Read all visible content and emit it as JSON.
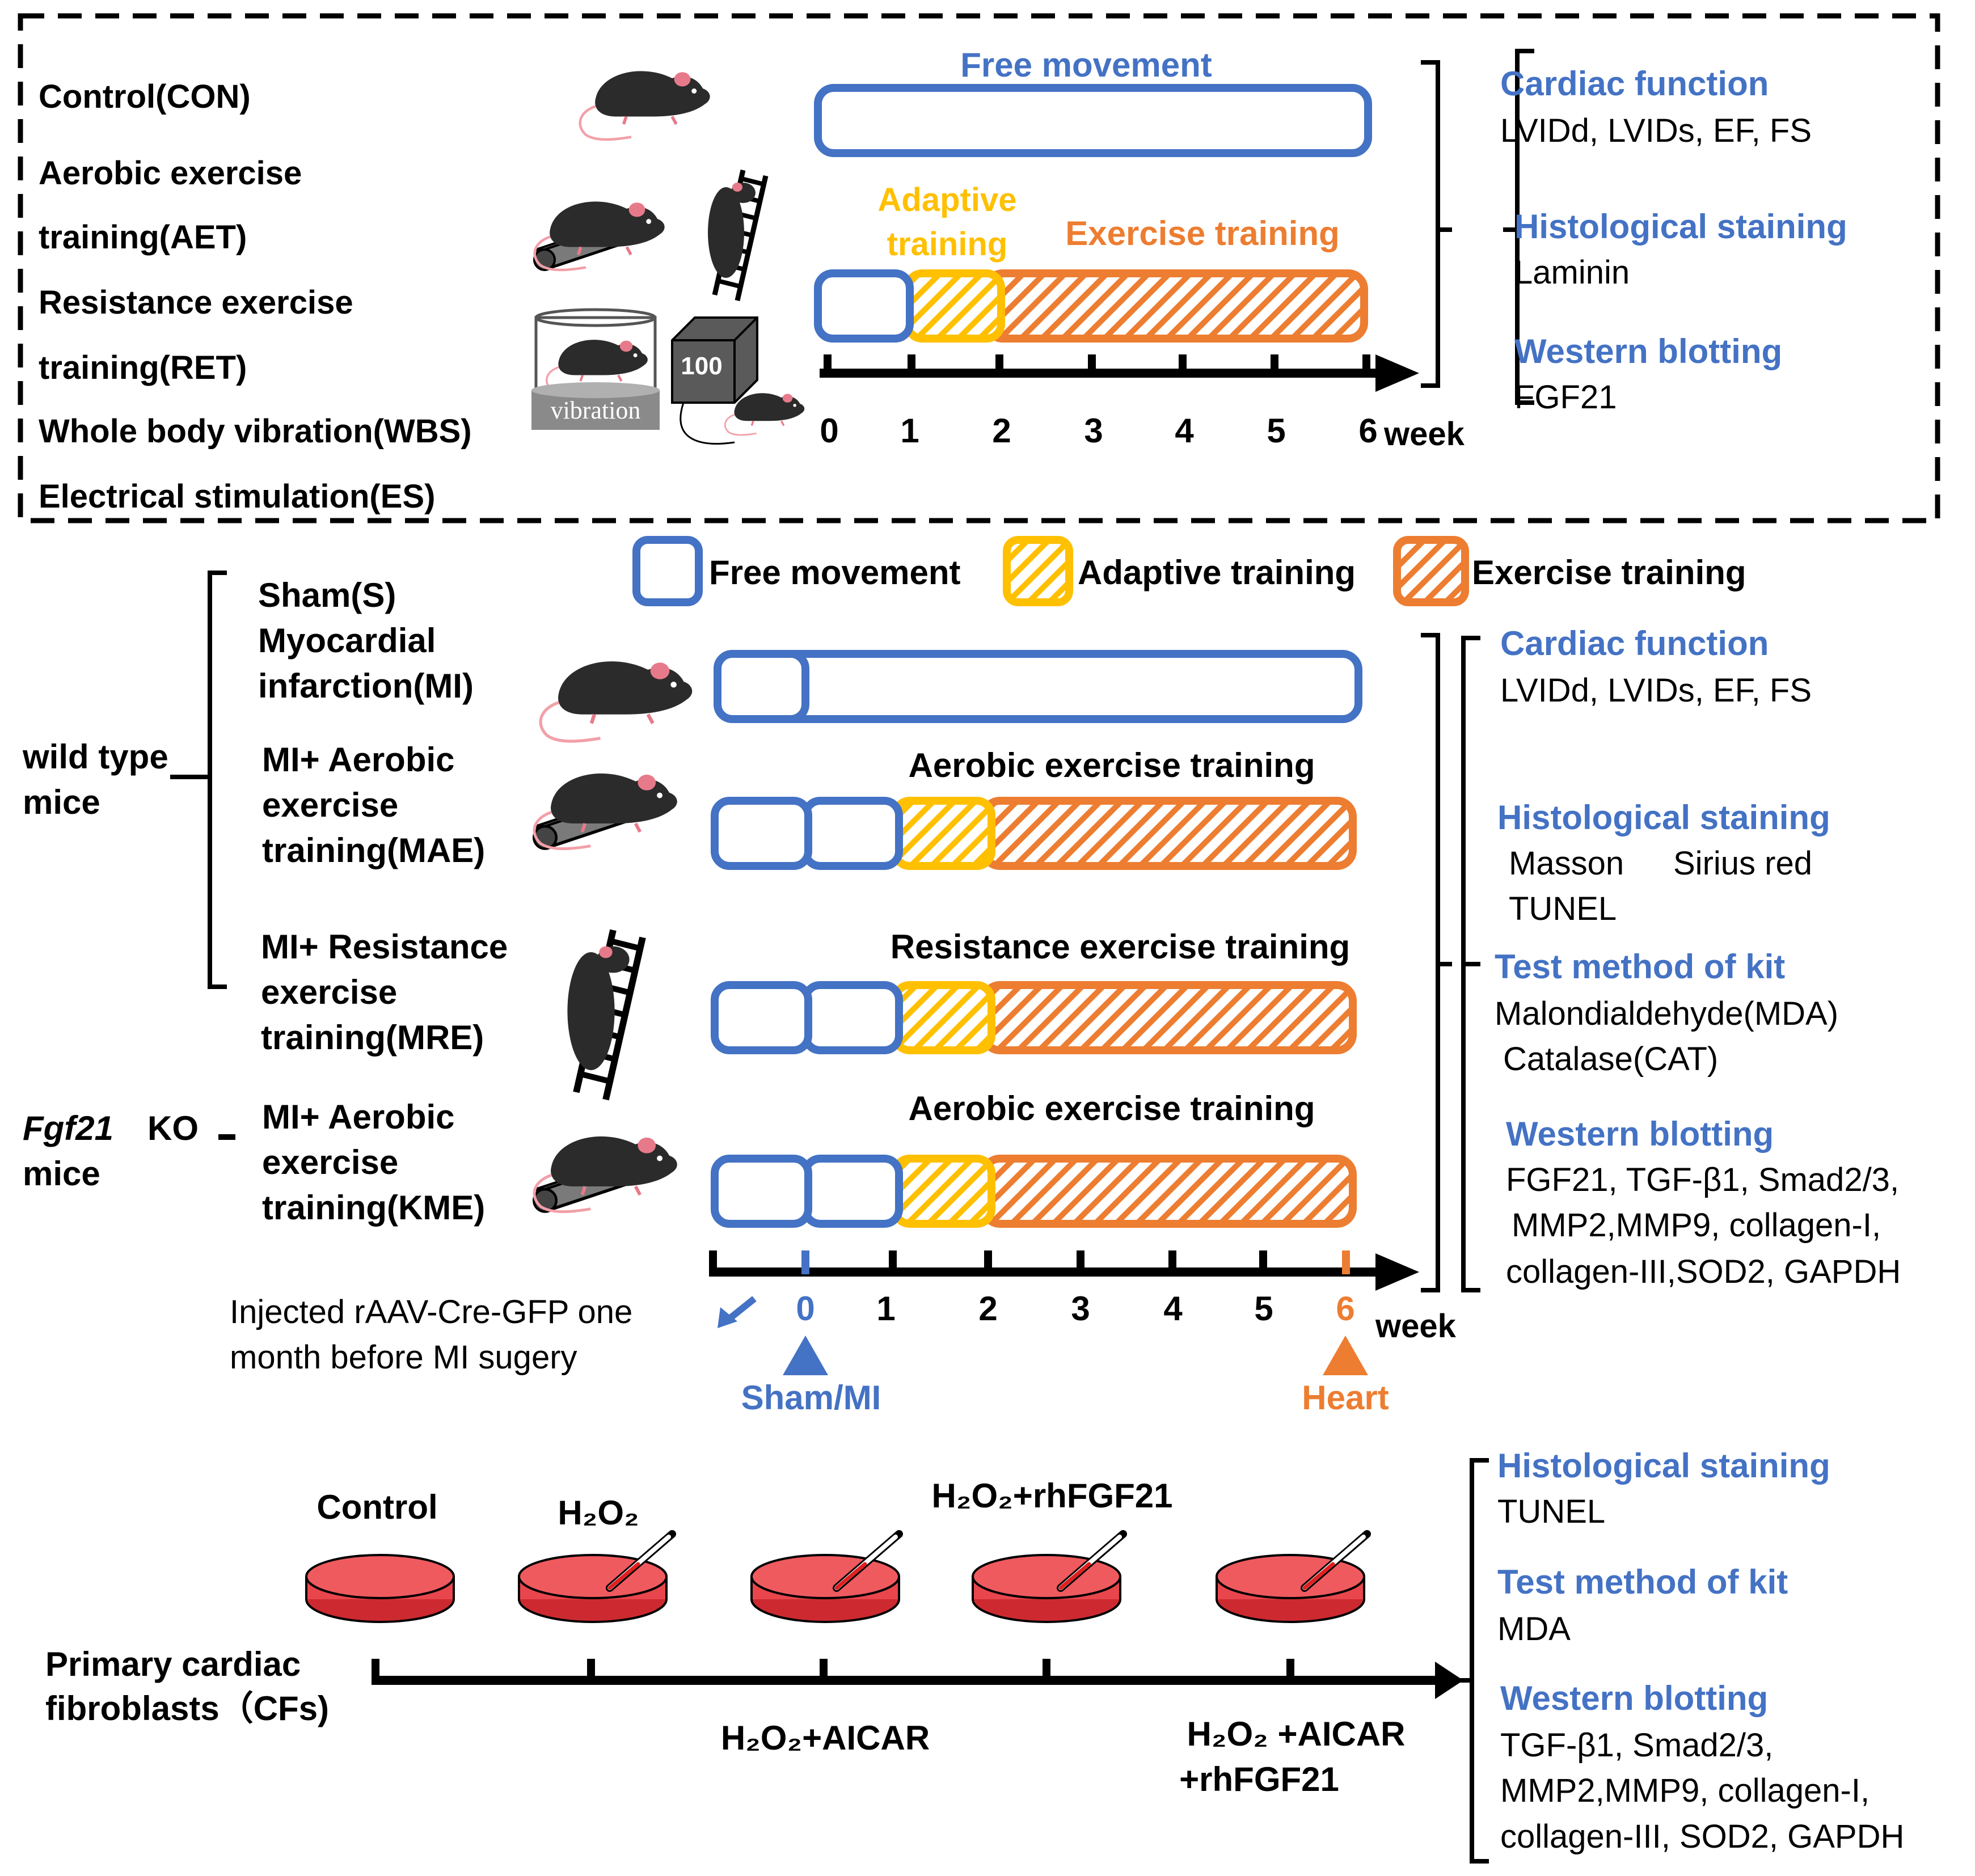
{
  "panel1": {
    "groups": [
      "Control(CON)",
      "Aerobic exercise",
      "training(AET)",
      "Resistance exercise",
      "training(RET)",
      "Whole body vibration(WBS)",
      "Electrical stimulation(ES)"
    ],
    "vibration_label": "vibration",
    "meter_label": "100",
    "free_movement": "Free movement",
    "adaptive_1": "Adaptive",
    "adaptive_2": "training",
    "exercise": "Exercise training",
    "weeks": [
      "0",
      "1",
      "2",
      "3",
      "4",
      "5",
      "6"
    ],
    "week_unit": "week",
    "out1_title": "Cardiac function",
    "out1_text": "LVIDd, LVIDs, EF, FS",
    "out2_title": "Histological staining",
    "out2_text": "Laminin",
    "out3_title": "Western blotting",
    "out3_text": "FGF21"
  },
  "legend": {
    "free": "Free movement",
    "adaptive": "Adaptive training",
    "exercise": "Exercise training"
  },
  "panel2": {
    "wt_1": "wild type",
    "wt_2": "mice",
    "g_sham": "Sham(S)",
    "g_mi_1": "Myocardial",
    "g_mi_2": "infarction(MI)",
    "g_mae_1": "MI+ Aerobic",
    "g_mae_2": "exercise",
    "g_mae_3": "training(MAE)",
    "g_mre_1": "MI+ Resistance",
    "g_mre_2": "exercise",
    "g_mre_3": "training(MRE)",
    "ko_gene": "Fgf21",
    "ko_1": "KO",
    "ko_2": "mice",
    "g_kme_1": "MI+ Aerobic",
    "g_kme_2": "exercise",
    "g_kme_3": "training(KME)",
    "row_mae": "Aerobic exercise training",
    "row_mre": "Resistance exercise training",
    "row_kme": "Aerobic exercise training",
    "weeks": [
      "0",
      "1",
      "2",
      "3",
      "4",
      "5",
      "6"
    ],
    "week_unit": "week",
    "inj_1": "Injected rAAV-Cre-GFP one",
    "inj_2": "month before MI sugery",
    "sham_mi": "Sham/MI",
    "heart": "Heart",
    "o1_title": "Cardiac function",
    "o1_text": "LVIDd, LVIDs, EF, FS",
    "o2_title": "Histological staining",
    "o2_text_1": "Masson",
    "o2_text_2": "Sirius red",
    "o2_text_3": "TUNEL",
    "o3_title": "Test method of kit",
    "o3_text_1": "Malondialdehyde(MDA)",
    "o3_text_2": "Catalase(CAT)",
    "o4_title": "Western blotting",
    "o4_text_1": "FGF21, TGF-β1, Smad2/3,",
    "o4_text_2": "MMP2,MMP9, collagen-I,",
    "o4_text_3": "collagen-III,SOD2, GAPDH"
  },
  "panel3": {
    "control": "Control",
    "h2o2": "H₂O₂",
    "h2o2_rh": "H₂O₂+rhFGF21",
    "h2o2_aicar": "H₂O₂+AICAR",
    "h2o2_aicar_rh_1": "H₂O₂ +AICAR",
    "h2o2_aicar_rh_2": "+rhFGF21",
    "cells_1": "Primary cardiac",
    "cells_2": "fibroblasts（CFs)",
    "o1_title": "Histological staining",
    "o1_text": "TUNEL",
    "o2_title": "Test method of kit",
    "o2_text": "MDA",
    "o3_title": "Western blotting",
    "o3_text_1": "TGF-β1, Smad2/3,",
    "o3_text_2": "MMP2,MMP9, collagen-I,",
    "o3_text_3": "collagen-III, SOD2, GAPDH"
  },
  "colors": {
    "blue": "#4472c4",
    "orange": "#ed7d31",
    "gold": "#ffc000",
    "dish_red": "#e8464c",
    "mouse": "#2b2b2b"
  }
}
